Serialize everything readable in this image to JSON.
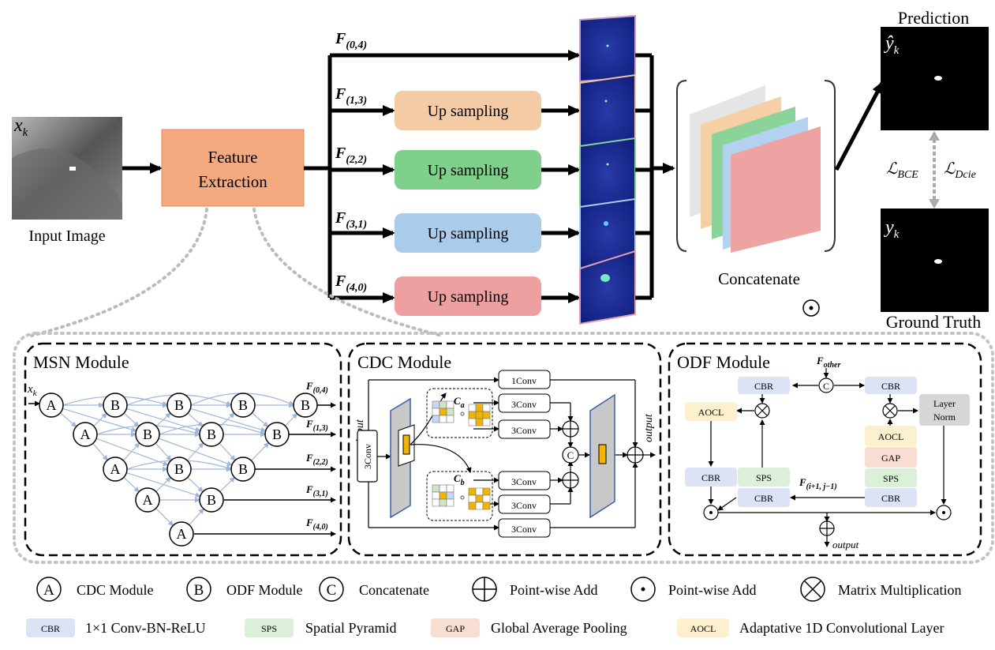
{
  "top": {
    "input_var": "x",
    "input_sub": "k",
    "input_label": "Input Image",
    "feature_box": [
      "Feature",
      "Extraction"
    ],
    "features": [
      {
        "main": "F",
        "sub": "(0,4)"
      },
      {
        "main": "F",
        "sub": "(1,3)"
      },
      {
        "main": "F",
        "sub": "(2,2)"
      },
      {
        "main": "F",
        "sub": "(3,1)"
      },
      {
        "main": "F",
        "sub": "(4,0)"
      }
    ],
    "upsampling": [
      "Up sampling",
      "Up sampling",
      "Up sampling",
      "Up sampling"
    ],
    "concat_label": "Concatenate",
    "pred_title": "Prediction",
    "pred_var": "ŷ",
    "pred_sub": "k",
    "gt_var": "y",
    "gt_sub": "k",
    "gt_title": "Ground Truth",
    "loss_bce_main": "ℒ",
    "loss_bce_sub": "BCE",
    "loss_dice_main": "ℒ",
    "loss_dice_sub": "Dcie",
    "colors": {
      "feature": "#f4a97e",
      "up1": "#f4cba5",
      "up2": "#7fd08a",
      "up3": "#aacbea",
      "up4": "#eea0a0"
    }
  },
  "msn": {
    "title": "MSN Module",
    "input_main": "x",
    "input_sub": "k",
    "nodeA": "A",
    "nodeB": "B",
    "outputs": [
      {
        "main": "F",
        "sub": "(0,4)"
      },
      {
        "main": "F",
        "sub": "(1,3)"
      },
      {
        "main": "F",
        "sub": "(2,2)"
      },
      {
        "main": "F",
        "sub": "(3,1)"
      },
      {
        "main": "F",
        "sub": "(4,0)"
      }
    ]
  },
  "cdc": {
    "title": "CDC Module",
    "input_label": "input",
    "output_label": "output",
    "conv_in": "3Conv",
    "conv_1": "1Conv",
    "conv_3": [
      "3Conv",
      "3Conv",
      "3Conv",
      "3Conv",
      "3Conv"
    ],
    "ca_main": "C",
    "ca_sub": "a",
    "cb_main": "C",
    "cb_sub": "b",
    "concat_symbol": "C"
  },
  "odf": {
    "title": "ODF Module",
    "f_other_main": "F",
    "f_other_sub": "other",
    "concat_symbol": "C",
    "cbr": "CBR",
    "aocl": "AOCL",
    "gap": "GAP",
    "sps": "SPS",
    "layernorm": [
      "Layer",
      "Norm"
    ],
    "f_mid_main": "F",
    "f_mid_sub": "(i+1, j−1)",
    "output_label": "output"
  },
  "legend": {
    "row1": [
      {
        "symbol": "A",
        "label": "CDC Module"
      },
      {
        "symbol": "B",
        "label": "ODF Module"
      },
      {
        "symbol": "C",
        "label": "Concatenate"
      },
      {
        "symbol": "plus",
        "label": "Point-wise Add"
      },
      {
        "symbol": "dot",
        "label": "Point-wise Add"
      },
      {
        "symbol": "times",
        "label": "Matrix Multiplication"
      }
    ],
    "row2": [
      {
        "tag": "CBR",
        "label": "1×1 Conv-BN-ReLU",
        "color": "#dbe3f5"
      },
      {
        "tag": "SPS",
        "label": "Spatial Pyramid",
        "color": "#dcefd9"
      },
      {
        "tag": "GAP",
        "label": "Global Average Pooling",
        "color": "#f8ddd2"
      },
      {
        "tag": "AOCL",
        "label": "Adaptative 1D Convolutional Layer",
        "color": "#fdf0cf"
      }
    ]
  }
}
